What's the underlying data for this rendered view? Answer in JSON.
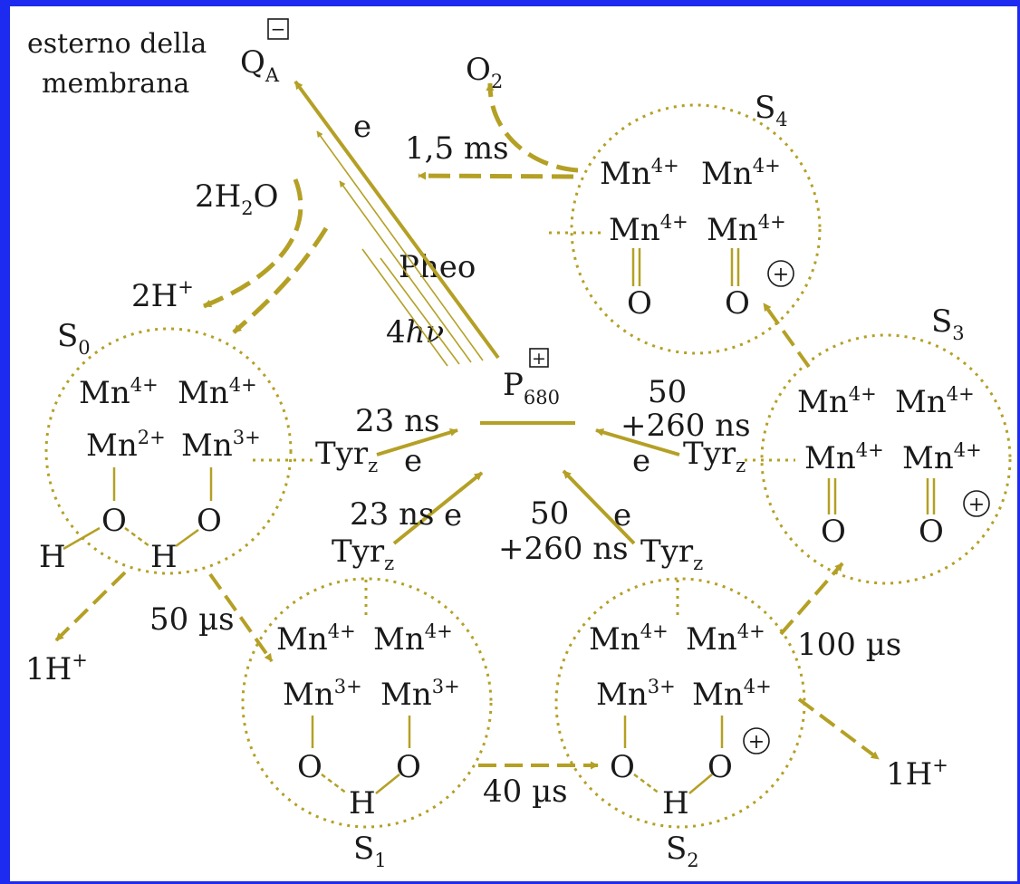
{
  "colors": {
    "frame": "#1d2bf0",
    "ink": "#1a1a1a",
    "olive": "#b4a025"
  },
  "header": {
    "line1": "esterno della",
    "line2": "membrana"
  },
  "qa": {
    "main": "Q",
    "sub": "A",
    "badge": "−"
  },
  "o2": {
    "main": "O",
    "sub": "2"
  },
  "water": {
    "coef": "2H",
    "sub": "2",
    "tail": "O"
  },
  "hplus_top": {
    "main": "2H",
    "sup": "+"
  },
  "pheo": "Pheo",
  "light": {
    "coef": "4",
    "sym": "hν"
  },
  "p680": {
    "main": "P",
    "sub": "680",
    "badge": "+"
  },
  "electron": "e",
  "tyr": {
    "main": "Tyr",
    "sub": "z"
  },
  "states": {
    "s0": {
      "label": "S",
      "sub": "0",
      "mn": [
        [
          "Mn",
          "4+"
        ],
        [
          "Mn",
          "4+"
        ],
        [
          "Mn",
          "2+"
        ],
        [
          "Mn",
          "3+"
        ]
      ],
      "o": [
        "O",
        "O"
      ],
      "h": [
        "H",
        "H"
      ]
    },
    "s1": {
      "label": "S",
      "sub": "1",
      "mn": [
        [
          "Mn",
          "4+"
        ],
        [
          "Mn",
          "4+"
        ],
        [
          "Mn",
          "3+"
        ],
        [
          "Mn",
          "3+"
        ]
      ],
      "o": [
        "O",
        "O"
      ],
      "h": [
        "H"
      ]
    },
    "s2": {
      "label": "S",
      "sub": "2",
      "mn": [
        [
          "Mn",
          "4+"
        ],
        [
          "Mn",
          "4+"
        ],
        [
          "Mn",
          "3+"
        ],
        [
          "Mn",
          "4+"
        ]
      ],
      "o": [
        "O",
        "O"
      ],
      "h": [
        "H"
      ],
      "charge": "+"
    },
    "s3": {
      "label": "S",
      "sub": "3",
      "mn": [
        [
          "Mn",
          "4+"
        ],
        [
          "Mn",
          "4+"
        ],
        [
          "Mn",
          "4+"
        ],
        [
          "Mn",
          "4+"
        ]
      ],
      "o": [
        "O",
        "O"
      ],
      "charge": "+"
    },
    "s4": {
      "label": "S",
      "sub": "4",
      "mn": [
        [
          "Mn",
          "4+"
        ],
        [
          "Mn",
          "4+"
        ],
        [
          "Mn",
          "4+"
        ],
        [
          "Mn",
          "4+"
        ]
      ],
      "o": [
        "O",
        "O"
      ],
      "charge": "+"
    }
  },
  "times": {
    "s4_o2": "1,5 ms",
    "s0_tyr": "23 ns",
    "s1_tyr": "23 ns",
    "s2_tyr_a": "50",
    "s2_tyr_b": "+260 ns",
    "s3_tyr_a": "50",
    "s3_tyr_b": "+260 ns",
    "s0_s1": "50 µs",
    "s1_s2": "40 µs",
    "s2_s3": "100 µs"
  },
  "proton_left": {
    "main": "1H",
    "sup": "+"
  },
  "proton_right": {
    "main": "1H",
    "sup": "+"
  }
}
